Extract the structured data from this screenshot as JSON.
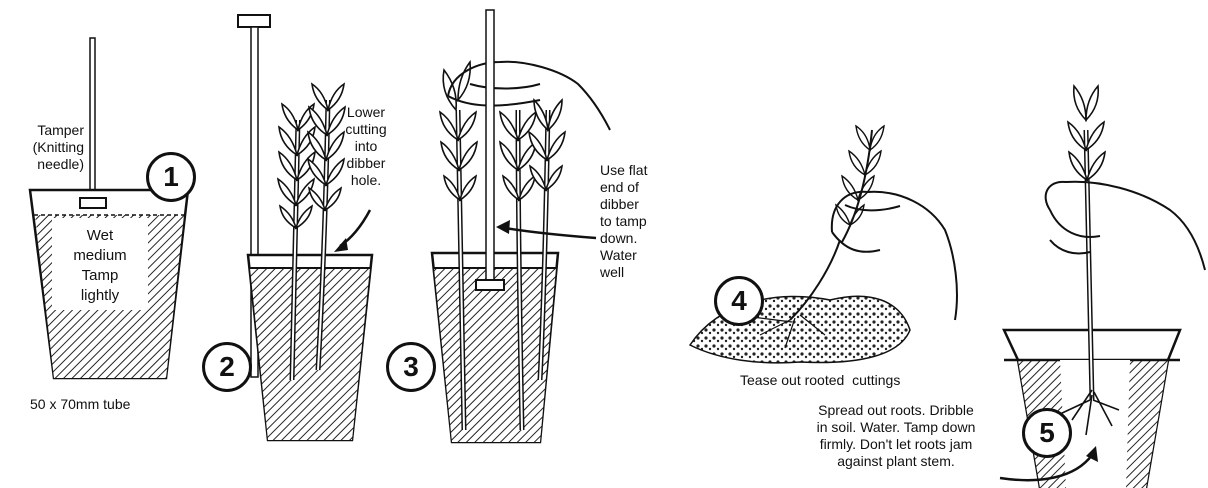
{
  "steps": [
    {
      "number": "1",
      "label": "Tamper\n(Knitting\nneedle)",
      "inside": "Wet\nmedium\nTamp\nlightly",
      "caption": "50 x 70mm tube"
    },
    {
      "number": "2",
      "label": "Lower\ncutting\ninto\ndibber\nhole."
    },
    {
      "number": "3",
      "label": "Use flat\nend of\ndibber\nto tamp\ndown.\nWater\nwell"
    },
    {
      "number": "4",
      "caption": "Tease out rooted  cuttings"
    },
    {
      "number": "5",
      "caption": "Spread out roots. Dribble\nin soil. Water. Tamp down\nfirmly. Don't let roots jam\nagainst plant stem."
    }
  ]
}
